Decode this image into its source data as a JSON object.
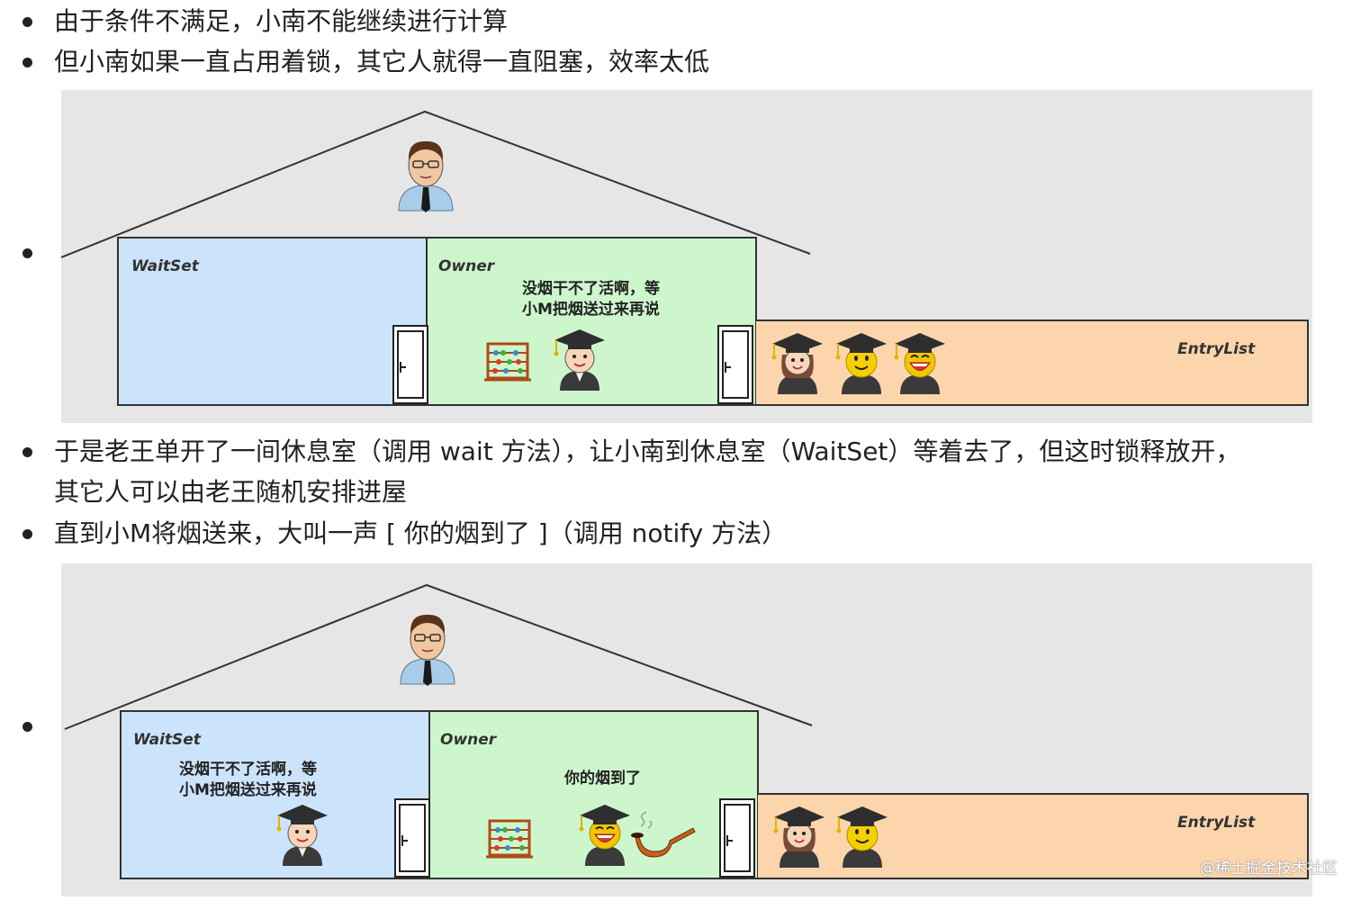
{
  "bullets": {
    "b1": "由于条件不满足，小南不能继续进行计算",
    "b2": "但小南如果一直占用着锁，其它人就得一直阻塞，效率太低",
    "b3_line1": "于是老王单开了一间休息室（调用 wait 方法），让小南到休息室（WaitSet）等着去了，但这时锁释放开，",
    "b3_line2": "其它人可以由老王随机安排进屋",
    "b4": "直到小M将烟送来，大叫一声 [ 你的烟到了 ]（调用 notify 方法）"
  },
  "figure1": {
    "waitset_label": "WaitSet",
    "owner_label": "Owner",
    "entrylist_label": "EntryList",
    "owner_speech": "没烟干不了活啊，等\n小M把烟送过来再说"
  },
  "figure2": {
    "waitset_label": "WaitSet",
    "owner_label": "Owner",
    "entrylist_label": "EntryList",
    "waitset_speech": "没烟干不了活啊，等\n小M把烟送过来再说",
    "owner_speech": "你的烟到了"
  },
  "watermark": "@稀土掘金技术社区",
  "colors": {
    "waitset": "#cce4fb",
    "owner": "#cdf6cd",
    "entrylist": "#fdd5ac",
    "background": "#e6e6e6"
  },
  "icons": [
    "teacher-icon",
    "student-icon",
    "abacus-icon",
    "door-icon",
    "pipe-icon"
  ]
}
